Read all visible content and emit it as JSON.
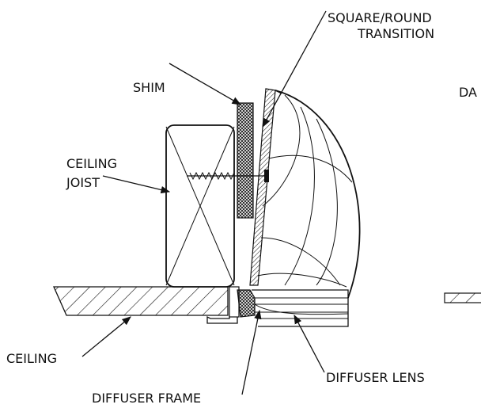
{
  "labels": {
    "square_round_1": "SQUARE/ROUND",
    "square_round_2": "TRANSITION",
    "shim": "SHIM",
    "ceiling_joist_1": "CEILING",
    "ceiling_joist_2": "JOIST",
    "damper": "DA",
    "ceiling": "CEILING",
    "diffuser_frame": "DIFFUSER FRAME",
    "diffuser_lens": "DIFFUSER LENS"
  }
}
